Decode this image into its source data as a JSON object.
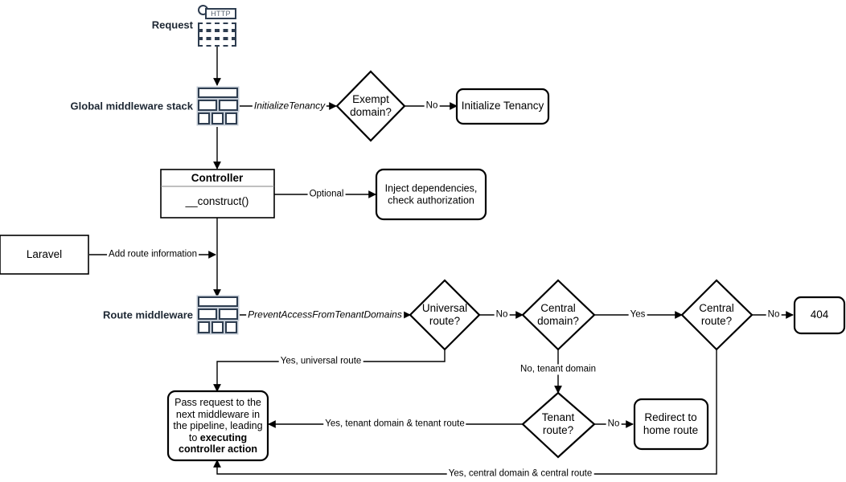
{
  "diagram": {
    "title": "Laravel multi-tenancy request lifecycle flowchart",
    "accent_dark": "#2e3d50",
    "line_color": "#000000"
  },
  "side_labels": {
    "request": "Request",
    "global_middleware": "Global middleware stack",
    "route_middleware": "Route middleware"
  },
  "icons": {
    "http_label": "HTTP",
    "request_icon": "http-request-icon",
    "global_stack_icon": "middleware-stack-icon",
    "route_stack_icon": "middleware-stack-icon"
  },
  "nodes": {
    "exempt_domain": "Exempt\ndomain?",
    "exempt_domain_line1": "Exempt",
    "exempt_domain_line2": "domain?",
    "initialize_tenancy": "Initialize Tenancy",
    "controller_title": "Controller",
    "controller_method": "__construct()",
    "inject_dependencies_line1": "Inject dependencies,",
    "inject_dependencies_line2": "check authorization",
    "laravel": "Laravel",
    "universal_route_line1": "Universal",
    "universal_route_line2": "route?",
    "central_domain_line1": "Central",
    "central_domain_line2": "domain?",
    "central_route_line1": "Central",
    "central_route_line2": "route?",
    "not_found": "404",
    "tenant_route_line1": "Tenant",
    "tenant_route_line2": "route?",
    "redirect_home_line1": "Redirect to",
    "redirect_home_line2": "home route",
    "pass_request_plain": "Pass request to the next middleware in the pipeline, leading to ",
    "pass_request_bold": "executing controller action"
  },
  "edges": {
    "initialize_tenancy_mw": "InitializeTenancy",
    "exempt_no": "No",
    "optional": "Optional",
    "add_route_information": "Add route information",
    "prevent_access": "PreventAccessFromTenantDomains",
    "universal_no": "No",
    "central_domain_yes": "Yes",
    "central_route_no": "No",
    "no_tenant_domain": "No, tenant domain",
    "tenant_route_no": "No",
    "yes_universal_route": "Yes, universal route",
    "yes_tenant_domain_tenant_route": "Yes, tenant domain & tenant route",
    "yes_central_domain_central_route": "Yes, central domain & central route"
  }
}
